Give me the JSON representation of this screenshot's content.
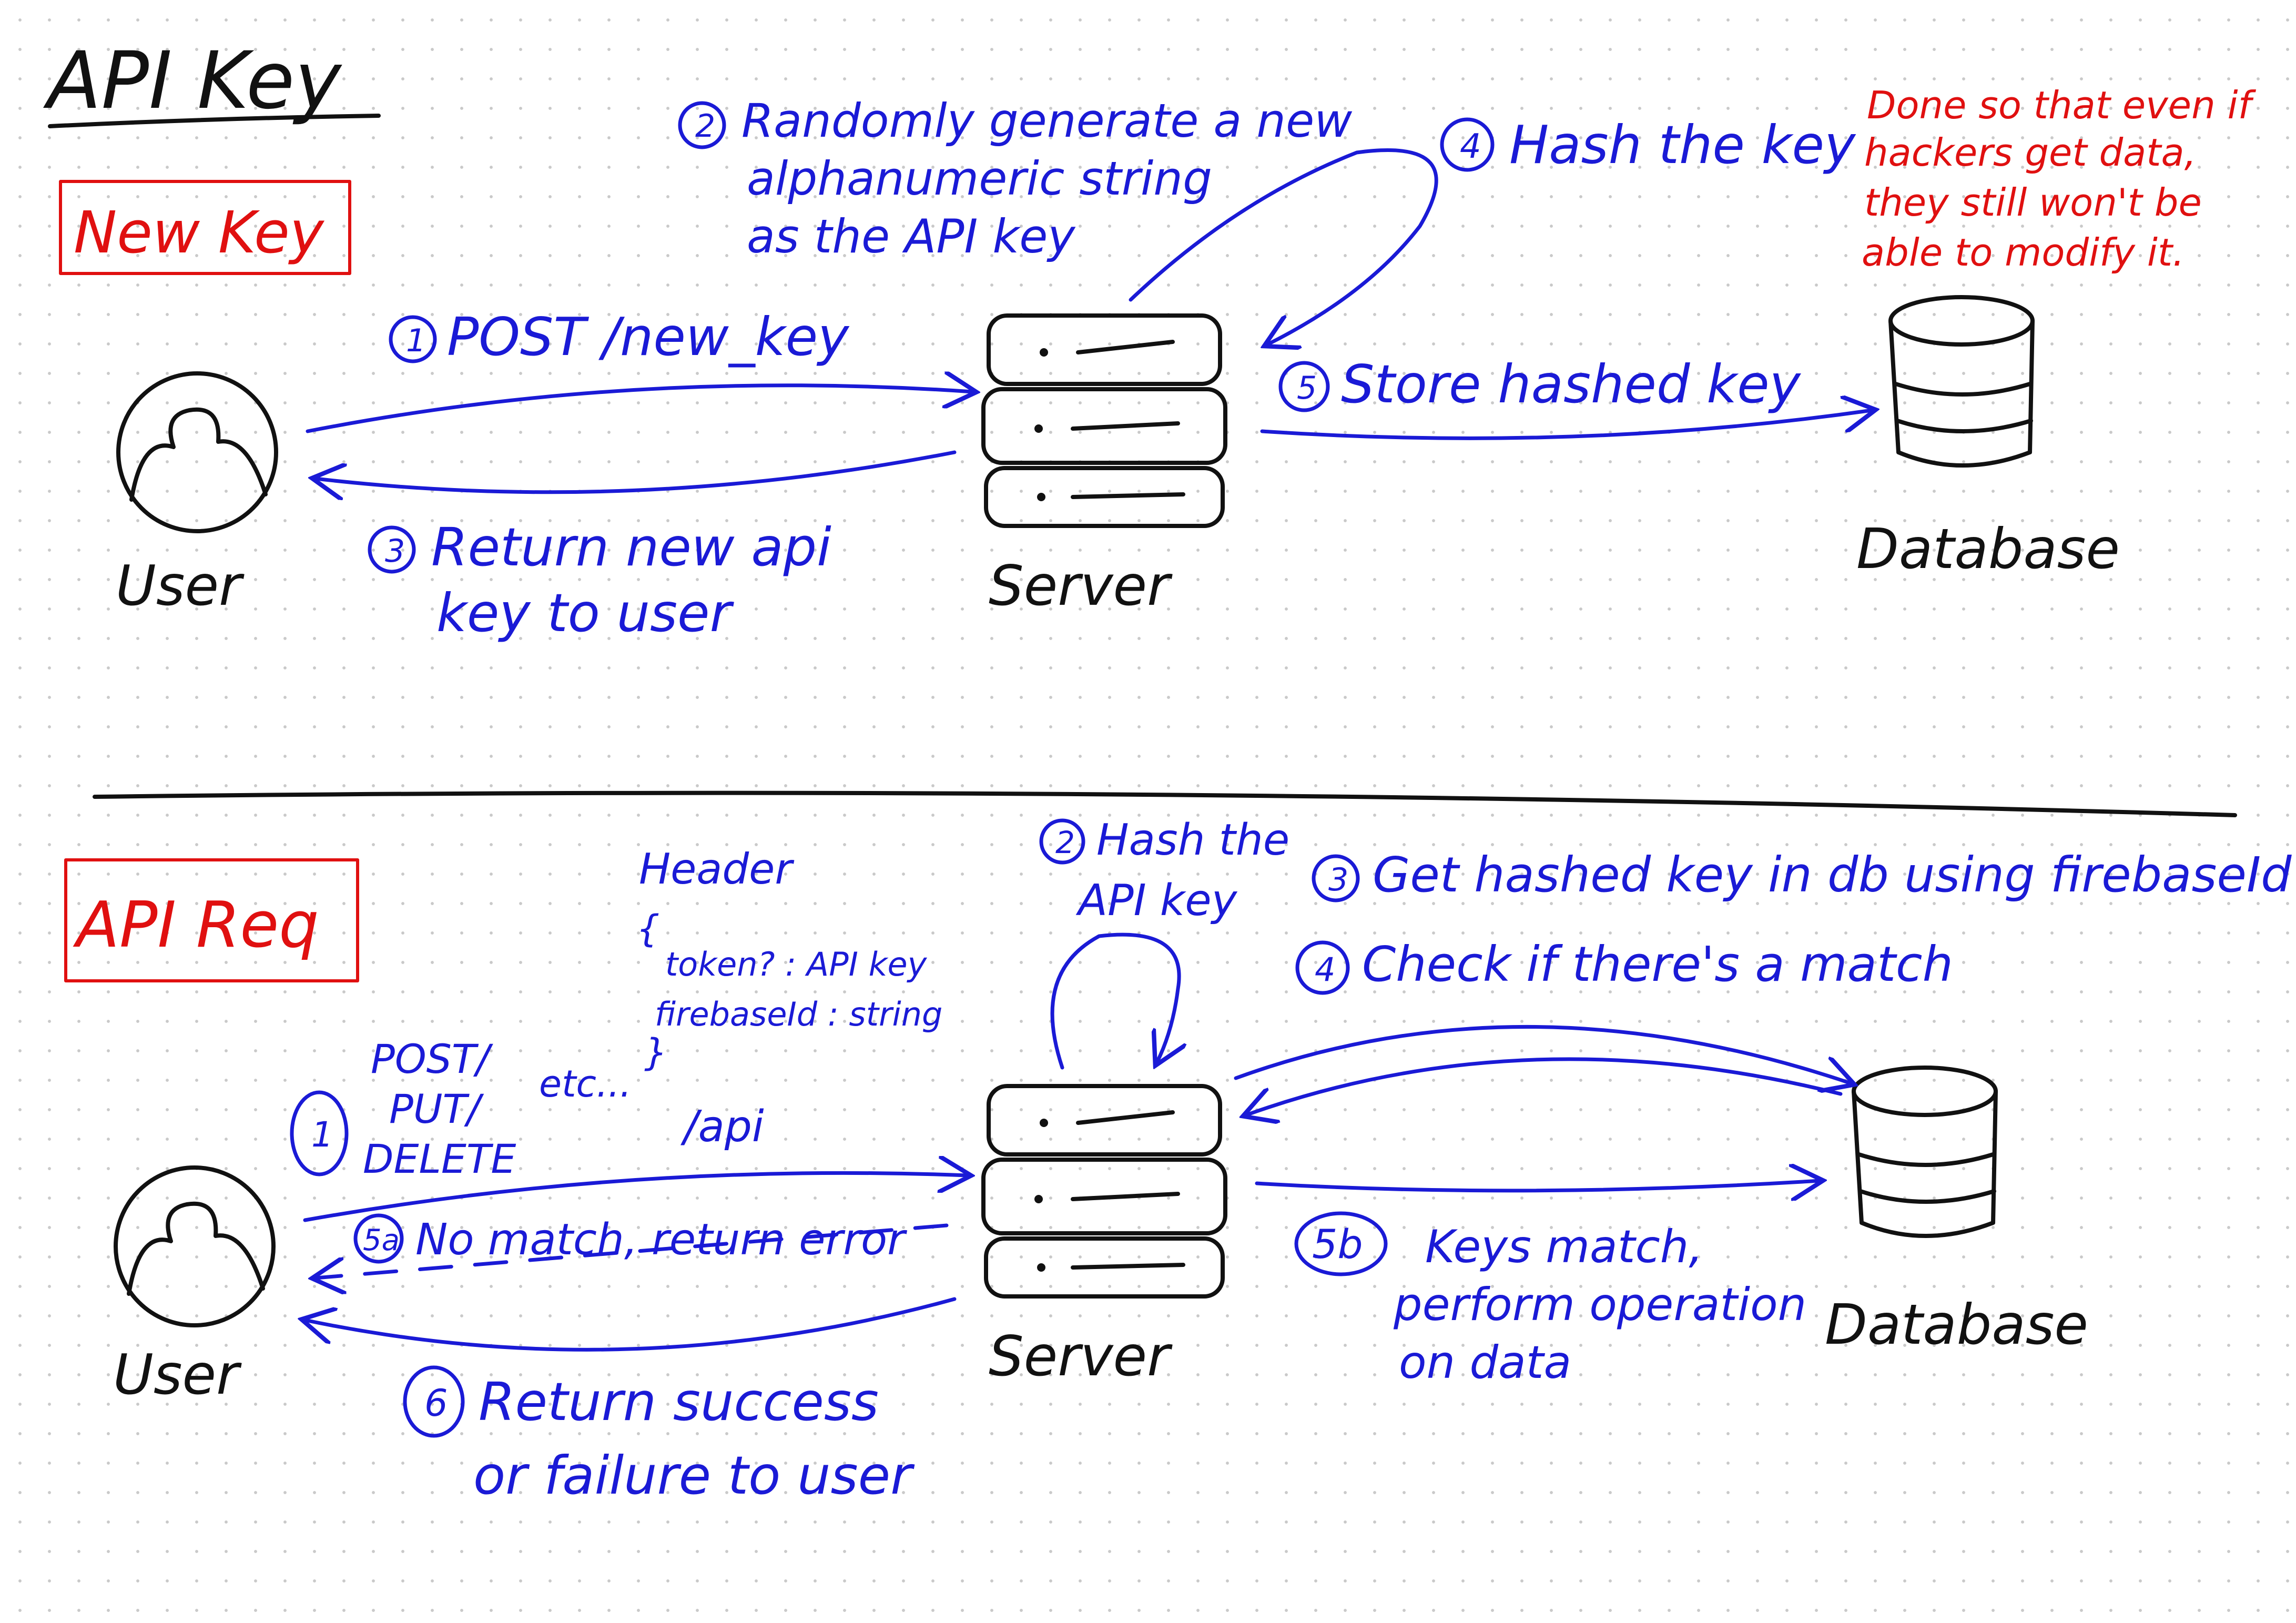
{
  "title": "API Key",
  "sections": {
    "new_key": {
      "label": "New Key",
      "nodes": {
        "user": "User",
        "server": "Server",
        "database": "Database"
      },
      "steps": {
        "s1": {
          "num": "1",
          "text": "POST /new_key"
        },
        "s2": {
          "num": "2",
          "lines": [
            "Randomly generate a new",
            "alphanumeric string",
            "as the API key"
          ]
        },
        "s3": {
          "num": "3",
          "lines": [
            "Return new api",
            "key to user"
          ]
        },
        "s4": {
          "num": "4",
          "text": "Hash the key"
        },
        "s5": {
          "num": "5",
          "text": "Store hashed key"
        }
      },
      "note": [
        "Done so that even if",
        "hackers get data,",
        "they still won't be",
        "able to modify it."
      ]
    },
    "api_req": {
      "label": "API Req",
      "nodes": {
        "user": "User",
        "server": "Server",
        "database": "Database"
      },
      "header": {
        "title": "Header",
        "open": "{",
        "fields": [
          "token? : API key",
          "firebaseId : string"
        ],
        "close": "}"
      },
      "steps": {
        "s1": {
          "num": "1",
          "methods": [
            "POST/",
            "PUT/",
            "DELETE"
          ],
          "etc": "etc...",
          "path": "/api"
        },
        "s2": {
          "num": "2",
          "lines": [
            "Hash the",
            "API key"
          ]
        },
        "s3": {
          "num": "3",
          "text": "Get hashed key in db using firebaseId"
        },
        "s4": {
          "num": "4",
          "text": "Check if there's a match"
        },
        "s5a": {
          "num": "5a",
          "text": "No match, return error"
        },
        "s5b": {
          "num": "5b",
          "lines": [
            "Keys match,",
            "perform operation",
            "on data"
          ]
        },
        "s6": {
          "num": "6",
          "lines": [
            "Return success",
            "or failure to user"
          ]
        }
      }
    }
  },
  "colors": {
    "annotation": "#1a1ad6",
    "section_label": "#e01010",
    "ink": "#111111"
  },
  "icons": [
    "user-icon",
    "server-icon",
    "database-icon"
  ]
}
